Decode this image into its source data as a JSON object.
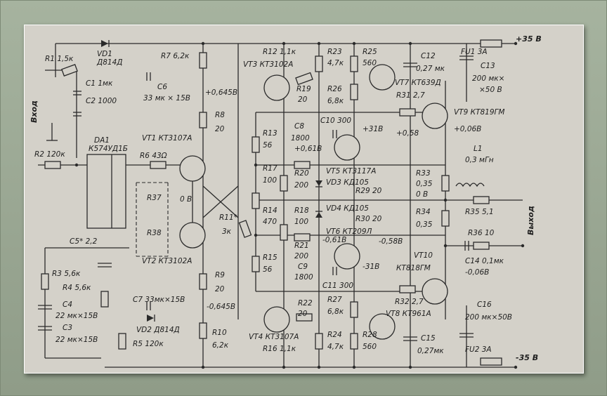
{
  "labels": {
    "r1": "R1 1,5к",
    "vd1": "VD1",
    "vd1t": "Д814Д",
    "c1": "C1 1мк",
    "c2": "C2 1000",
    "input": "Вход",
    "r2": "R2 120к",
    "da1": "DA1",
    "da1t": "К574УД1Б",
    "r7": "R7 6,2к",
    "c6": "C6",
    "c6t": "33 мк × 15В",
    "v0645p": "+0,645В",
    "r8": "R8",
    "r8v": "20",
    "vt1": "VT1 КТ3107А",
    "r6": "R6 43Ω",
    "r37": "R37",
    "r38": "R38",
    "vt2": "VT2 КТ3102А",
    "v0": "0 В",
    "r11": "R11*",
    "r11v": "3к",
    "r9": "R9",
    "r9v": "20",
    "vm0645": "-0,645В",
    "c7": "C7 33мк×15В",
    "vd2": "VD2 Д814Д",
    "r5": "R5 120к",
    "r10": "R10",
    "r10v": "6,2к",
    "c5": "C5* 2,2",
    "r3": "R3 5,6к",
    "r4": "R4 5,6к",
    "c4": "C4",
    "c4t": "22 мк×15В",
    "c3": "C3",
    "c3t": "22 мк×15В",
    "r12": "R12 1,1к",
    "vt3": "VT3 КТ3102А",
    "r19": "R19",
    "r19v": "20",
    "r13": "R13",
    "r13v": "56",
    "c8": "C8",
    "c8v": "1800",
    "v061": "+0,61В",
    "c10": "C10 300",
    "v31p": "+31В",
    "r17": "R17",
    "r17v": "100",
    "r20": "R20",
    "r20v": "200",
    "vt5": "VT5 КТ3117А",
    "vd3": "VD3 КД105",
    "r14": "R14",
    "r14v": "470",
    "r18": "R18",
    "r18v": "100",
    "vd4": "VD4 КД105",
    "vt6": "VT6 КТ209Л",
    "r15": "R15",
    "r15v": "56",
    "r21": "R21",
    "r21v": "200",
    "c9": "C9",
    "c9v": "1800",
    "v061m": "-0,61В",
    "c11": "C11 300",
    "v31m": "-31В",
    "r22": "R22",
    "r22v": "20",
    "vt4": "VT4 КТ3107А",
    "r16": "R16 1,1к",
    "r23": "R23",
    "r23v": "4,7к",
    "r25": "R25",
    "r25v": "560",
    "r26": "R26",
    "r26v": "6,8к",
    "r27": "R27",
    "r27v": "6,8к",
    "r24": "R24",
    "r24v": "4,7к",
    "r28": "R28",
    "r28v": "560",
    "c12": "C12",
    "c12v": "0,27 мк",
    "vt7": "VT7 КТ639Д",
    "r31": "R31 2,7",
    "v058p": "+0,58",
    "vt9": "VT9 КТ819ГМ",
    "v006p": "+0,06В",
    "r29": "R29 20",
    "r30": "R30 20",
    "r33": "R33",
    "r33v": "0,35",
    "r33b": "0 В",
    "r34": "R34",
    "r34v": "0,35",
    "v058m": "-0,58В",
    "vt10": "VT10",
    "vt10t": "КТ818ГМ",
    "r32": "R32 2,7",
    "vt8": "VT8 КТ961А",
    "c15": "C15",
    "c15v": "0,27мк",
    "fu1": "FU1 3А",
    "p35": "+35 В",
    "c13": "C13",
    "c13v": "200 мк×",
    "c13t": "×50 В",
    "l1": "L1",
    "l1v": "0,3 мГн",
    "r35": "R35 5,1",
    "r36": "R36 10",
    "c14": "C14 0,1мк",
    "v006m": "-0,06В",
    "output": "Выход",
    "c16": "C16",
    "c16v": "200 мк×50В",
    "fu2": "FU2 3А",
    "m35": "-35 В"
  }
}
